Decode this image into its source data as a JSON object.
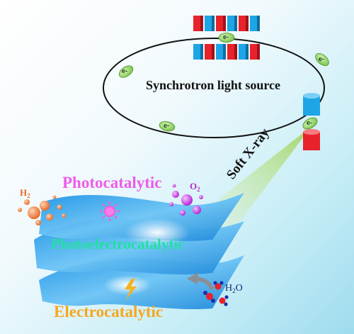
{
  "title": "Synchrotron light source",
  "beam_label": "Soft X-ray",
  "electron_label": "e-",
  "processes": {
    "photocatalytic": "Photocatalytic",
    "photoelectrocatalytic": "Photoelectrocatalytic",
    "electrocatalytic": "Electrocatalytic"
  },
  "molecules": {
    "h2_main": "H",
    "h2_sub": "2",
    "o2_main": "O",
    "o2_sub": "2",
    "h2o_main": "H",
    "h2o_sub": "2",
    "h2o_end": "O"
  },
  "colors": {
    "magnet_red": "#e8222a",
    "magnet_blue": "#1ea5e6",
    "electron": "#8fd45a",
    "sheet": "#3aa7ea",
    "photo": "#ee5de9",
    "photoelectro": "#22e0a2",
    "electro": "#f6a721",
    "beam": "#b6e27a"
  },
  "icons": [
    "sun-icon",
    "lightning-icon",
    "water-molecule-icon",
    "arrow-icon"
  ]
}
